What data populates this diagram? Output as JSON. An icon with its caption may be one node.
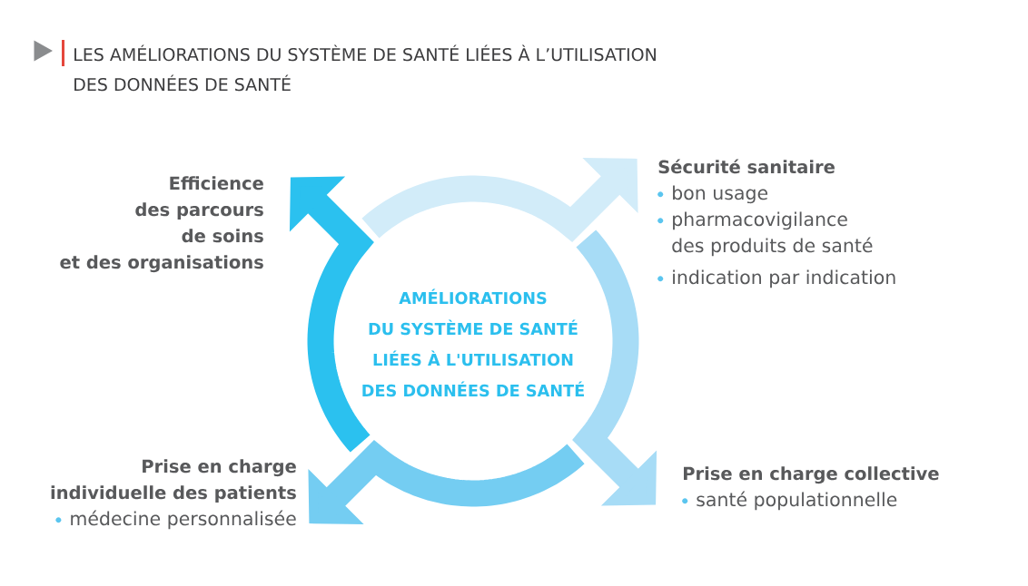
{
  "diagram": {
    "title": "LES AMÉLIORATIONS DU SYSTÈME DE SANTÉ LIÉES À L’UTILISATION DES DONNÉES DE SANTÉ",
    "nodes": [
      {
        "text": [
          "Efficience des parcours de soins et des organisations"
        ]
      },
      {
        "text": [
          "Sécurité sanitaire",
          "bon usage",
          "pharmacovigilance des produits de santé",
          "indication par indication"
        ]
      },
      {
        "text": [
          "Prise en charge individuelle des patients",
          "médecine personnalisée"
        ]
      },
      {
        "text": [
          "Prise en charge collective",
          "santé populationnelle"
        ]
      }
    ],
    "edges": [
      {
        "from": null,
        "to": 0,
        "arrow": "to",
        "color": "#2bc1ef"
      },
      {
        "from": null,
        "to": 1,
        "arrow": "to",
        "color": "#d2ecf9"
      },
      {
        "from": null,
        "to": 3,
        "arrow": "to",
        "color": "#a7dcf6"
      },
      {
        "from": null,
        "to": 2,
        "arrow": "to",
        "color": "#74cdf2"
      }
    ],
    "labels": [
      "AMÉLIORATIONS DU SYSTÈME DE SANTÉ LIÉES À L'UTILISATION DES DONNÉES DE SANTÉ"
    ]
  }
}
